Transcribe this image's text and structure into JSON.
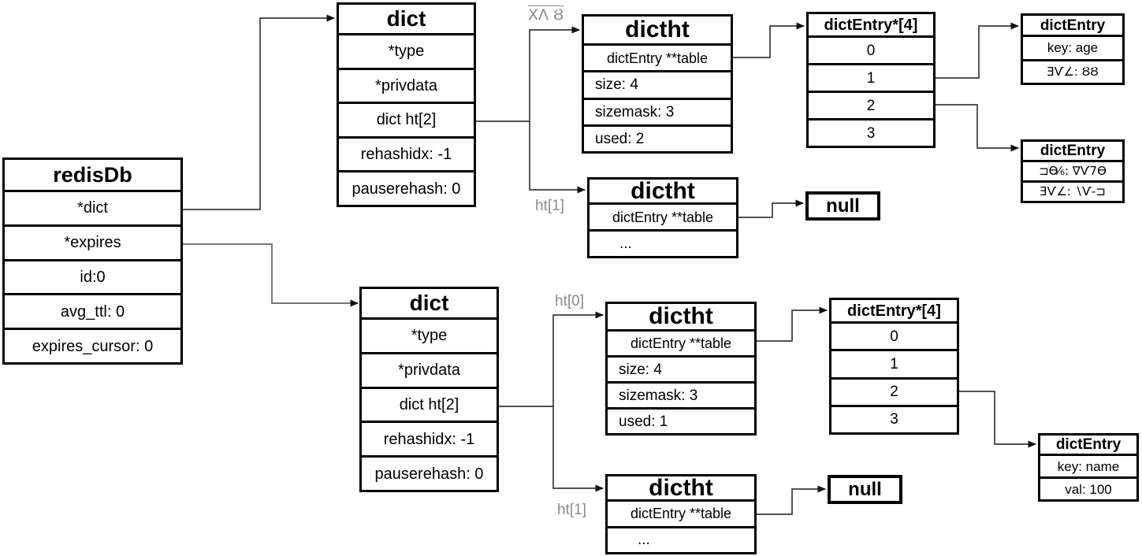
{
  "boxes": {
    "redisdb": {
      "title": "redisDb",
      "rows": [
        "*dict",
        "*expires",
        "id:0",
        "avg_ttl: 0",
        "expires_cursor: 0"
      ]
    },
    "dict_top": {
      "title": "dict",
      "rows": [
        "*type",
        "*privdata",
        "dict ht[2]",
        "rehashidx: -1",
        "pauserehash: 0"
      ]
    },
    "dictht_ht0_top": {
      "title": "dictht",
      "rows": [
        "dictEntry **table",
        "size: 4",
        "sizemask: 3",
        "used: 2"
      ]
    },
    "array_top": {
      "title": "dictEntry*[4]",
      "rows": [
        "0",
        "1",
        "2",
        "3"
      ]
    },
    "entry_age": {
      "title": "dictEntry",
      "rows": [
        "key: age",
        "ƎѴ∠: ȢȢ"
      ]
    },
    "entry_extra": {
      "title": "dictEntry",
      "rows": [
        "⊐Ѳ⁄₆: ∇Ѵ7Ѳ",
        "ƎѴ∠: ∖Ѵ‐⊐"
      ]
    },
    "dictht_ht1_top": {
      "title": "dictht",
      "rows": [
        "dictEntry **table",
        "..."
      ]
    },
    "null_top": {
      "label": "null"
    },
    "dict_bottom": {
      "title": "dict",
      "rows": [
        "*type",
        "*privdata",
        "dict ht[2]",
        "rehashidx: -1",
        "pauserehash: 0"
      ]
    },
    "dictht_ht0_bottom": {
      "title": "dictht",
      "rows": [
        "dictEntry **table",
        "size: 4",
        "sizemask: 3",
        "used: 1"
      ]
    },
    "array_bottom": {
      "title": "dictEntry*[4]",
      "rows": [
        "0",
        "1",
        "2",
        "3"
      ]
    },
    "entry_name": {
      "title": "dictEntry",
      "rows": [
        "key: name",
        "val: 100"
      ]
    },
    "dictht_ht1_bottom": {
      "title": "dictht",
      "rows": [
        "dictEntry **table",
        "..."
      ]
    },
    "null_bottom": {
      "label": "null"
    }
  },
  "labels": {
    "ht0_top": "XΛ Ȣ",
    "ht1_top": "ht[1]",
    "ht0_bottom": "ht[0]",
    "ht1_bottom": "ht[1]"
  },
  "colors": {
    "border": "#000000",
    "connector": "#3a3a3a",
    "connector_light": "#757575",
    "edge_label": "#8c8c8c",
    "background": "#ffffff"
  }
}
